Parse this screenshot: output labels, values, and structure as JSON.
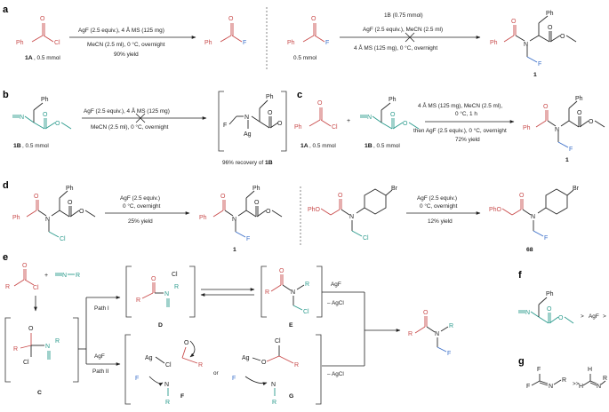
{
  "panels": {
    "a": "a",
    "b": "b",
    "c": "c",
    "d": "d",
    "e": "e",
    "f": "f",
    "g": "g"
  },
  "a": {
    "cond1_top": "AgF (2.5 equiv.), 4 Å MS (125 mg)",
    "cond1_bot": "MeCN (2.5 ml),  0 °C, overnight",
    "yield": "90% yield",
    "sm": "1A",
    "sm_amount": ", 0.5 mmol",
    "sm2_amount": "0.5 mmol",
    "cond2_top": "1B (0.75 mmol)",
    "cond2_mid": "AgF (2.5 equiv.), MeCN (2.5 ml)",
    "cond2_bot": "4 Å MS (125 mg), 0 °C, overnight",
    "product": "1"
  },
  "b": {
    "cond_top": "AgF (2.5 equiv.), 4 Å MS (125 mg)",
    "cond_bot": "MeCN (2.5 ml),  0 °C, overnight",
    "sm": "1B",
    "sm_amount": ", 0.5 mmol",
    "recovery": "96%  recovery  of ",
    "recovery_cmp": "1B"
  },
  "c": {
    "cond_top": "4 Å MS (125 mg), MeCN (2.5 ml),",
    "cond_mid": "0 °C, 1 h",
    "cond_bot": "then AgF (2.5 equiv.), 0 °C, overnight",
    "yield": "72% yield",
    "sm1": "1A",
    "sm1_amount": ", 0.5 mmol",
    "sm2": "1B",
    "sm2_amount": ", 0.5 mmol",
    "product": "1"
  },
  "d": {
    "cond1_top": "AgF (2.5 equiv.)",
    "cond1_mid": "0 °C, overnight",
    "yield1": "25% yield",
    "product1": "1",
    "cond2_top": "AgF (2.5 equiv.)",
    "cond2_mid": "0 °C, overnight",
    "yield2": "12% yield",
    "product2": "68"
  },
  "e": {
    "path1": "Path I",
    "path2": "Path II",
    "agf": "AgF",
    "agcl": "– AgCl",
    "agf2": "AgF",
    "agcl2": "– AgCl",
    "or": "or",
    "int_c": "C",
    "int_d": "D",
    "int_e": "E",
    "int_f": "F",
    "int_g": "G",
    "chloride": "Cl"
  },
  "f": {
    "gt1": ">",
    "agf": "AgF",
    "gt2": ">"
  },
  "g": {
    "gtgt": ">>"
  },
  "atoms": {
    "ph": "Ph",
    "cl": "Cl",
    "f": "F",
    "o": "O",
    "n": "N",
    "r1": "R",
    "r2": "R",
    "ag": "Ag",
    "br": "Br",
    "pho": "PhO",
    "h": "H"
  },
  "colors": {
    "acyl": "#c84a4a",
    "imine": "#2a9a8c",
    "fluoro": "#3b6fc9",
    "text": "#222222"
  }
}
